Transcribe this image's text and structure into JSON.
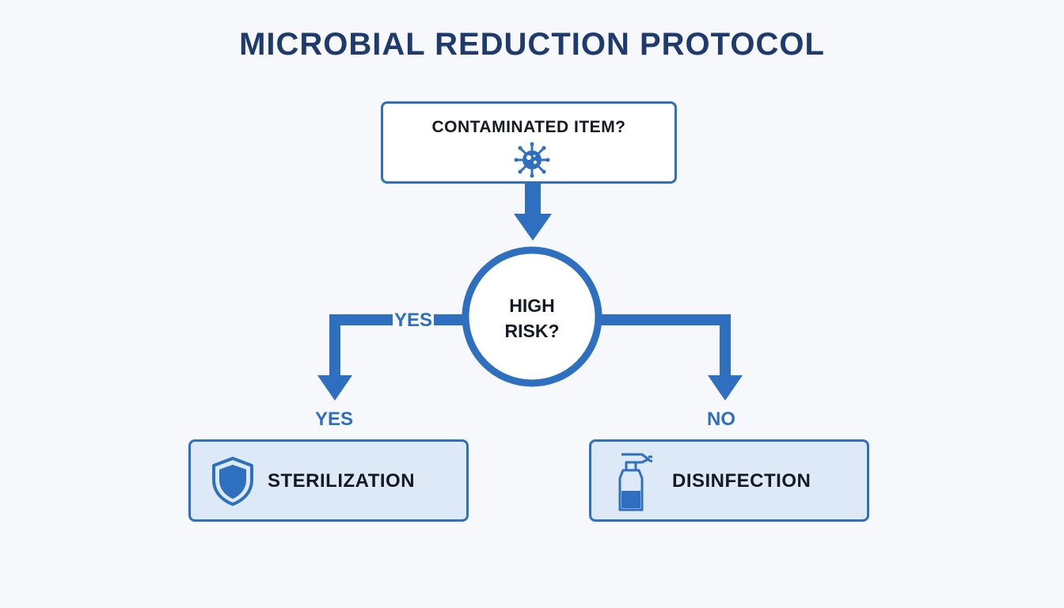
{
  "title": "MICROBIAL REDUCTION PROTOCOL",
  "start_node": {
    "label": "CONTAMINATED ITEM?",
    "icon": "microbe-icon"
  },
  "decision_node": {
    "line1": "HIGH",
    "line2": "RISK?"
  },
  "branches": {
    "left_mid_label": "YES",
    "left_label": "YES",
    "right_label": "NO"
  },
  "outcomes": {
    "left": {
      "label": "STERILIZATION",
      "icon": "shield-icon"
    },
    "right": {
      "label": "DISINFECTION",
      "icon": "spray-bottle-icon"
    }
  },
  "colors": {
    "accent": "#2f6fbf",
    "title": "#1f3b6e",
    "text": "#141a24",
    "outcome_fill": "#dde9f7",
    "background": "#f6f8fb"
  }
}
